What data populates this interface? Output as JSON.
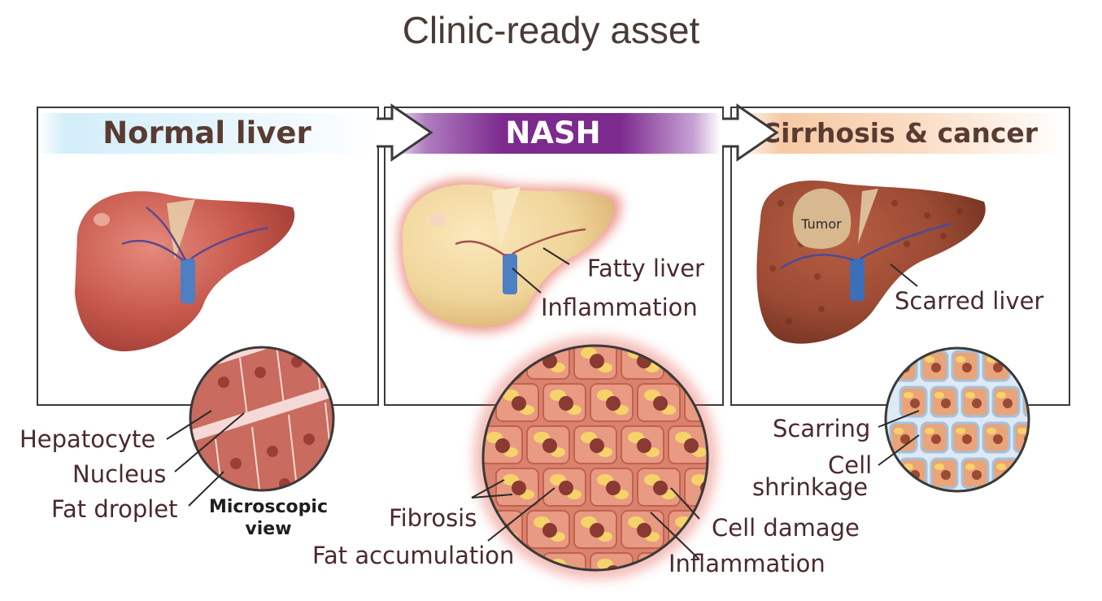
{
  "title": "Clinic-ready asset",
  "panels": [
    {
      "heading": "Normal liver"
    },
    {
      "heading": "NASH"
    },
    {
      "heading": "Cirrhosis & cancer"
    }
  ],
  "labels": {
    "tumor": "Tumor",
    "fatty_liver": "Fatty liver",
    "inflammation_top": "Inflammation",
    "scarred_liver": "Scarred liver",
    "hepatocyte": "Hepatocyte",
    "nucleus": "Nucleus",
    "fat_droplet": "Fat droplet",
    "microscopic_line1": "Microscopic",
    "microscopic_line2": "view",
    "fibrosis": "Fibrosis",
    "fat_accumulation": "Fat accumulation",
    "cell_damage": "Cell damage",
    "inflammation_bottom": "Inflammation",
    "scarring": "Scarring",
    "cell_line1": "Cell",
    "cell_line2": "shrinkage"
  },
  "colors": {
    "normal_liver": "#c5564a",
    "fatty_liver": "#f0d59a",
    "cirrhotic_liver": "#9b4a33",
    "nash_header": "#7d2a8f",
    "cirrhosis_header": "#f7c9a4",
    "normal_header": "#d3eefa"
  }
}
